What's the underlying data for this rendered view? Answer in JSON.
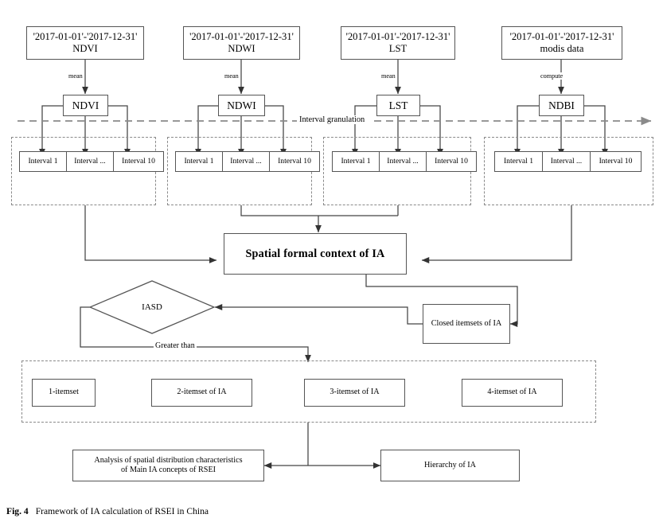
{
  "figure": {
    "label": "Fig. 4",
    "caption": "Framework of IA calculation of RSEI in China"
  },
  "sources": [
    {
      "text": "'2017-01-01'-'2017-12-31' NDVI",
      "edge_label": "mean",
      "index": "NDVI"
    },
    {
      "text": "'2017-01-01'-'2017-12-31' NDWI",
      "edge_label": "mean",
      "index": "NDWI"
    },
    {
      "text": "'2017-01-01'-'2017-12-31' LST",
      "edge_label": "mean",
      "index": "LST"
    },
    {
      "text": "'2017-01-01'-'2017-12-31' modis data",
      "edge_label": "compute",
      "index": "NDBI"
    }
  ],
  "granulation": {
    "label": "Interval granulation",
    "intervals": [
      "Interval 1",
      "Interval ...",
      "Interval 10"
    ]
  },
  "context": {
    "label": "Spatial formal context of IA"
  },
  "decision": {
    "label": "IASD",
    "edge_label": "Greater than"
  },
  "closed": {
    "label": "Closed itemsets of IA"
  },
  "itemsets": [
    {
      "label": "1-itemset"
    },
    {
      "label": "2-itemset of IA"
    },
    {
      "label": "3-itemset of IA"
    },
    {
      "label": "4-itemset of IA"
    }
  ],
  "outputs": [
    {
      "label": "Analysis of spatial distribution characteristics of Main IA concepts of RSEI",
      "line1": "Analysis of spatial distribution characteristics",
      "line2": "of Main IA concepts of RSEI"
    },
    {
      "label": "Hierarchy of IA"
    }
  ],
  "colors": {
    "stroke": "#555555",
    "dashed": "#8a8a8a",
    "text": "#000000",
    "background": "#ffffff"
  }
}
